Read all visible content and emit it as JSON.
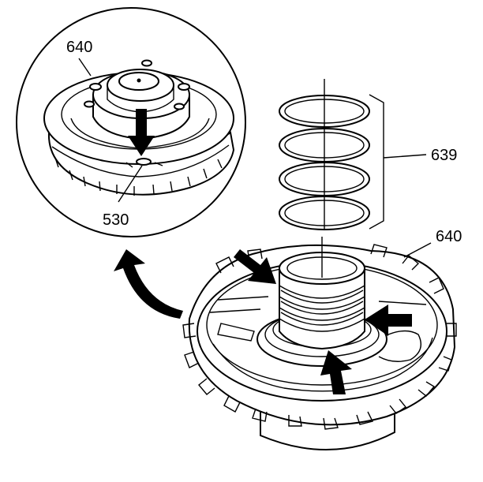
{
  "labels": {
    "detail_housing": "640",
    "detail_part": "530",
    "rings": "639",
    "main_housing": "640"
  },
  "colors": {
    "line": "#000000",
    "background": "#ffffff"
  },
  "icons": [
    "down-arrow-icon",
    "right-arrow-icon",
    "left-arrow-icon",
    "up-arrow-icon",
    "curved-arrow-icon"
  ]
}
